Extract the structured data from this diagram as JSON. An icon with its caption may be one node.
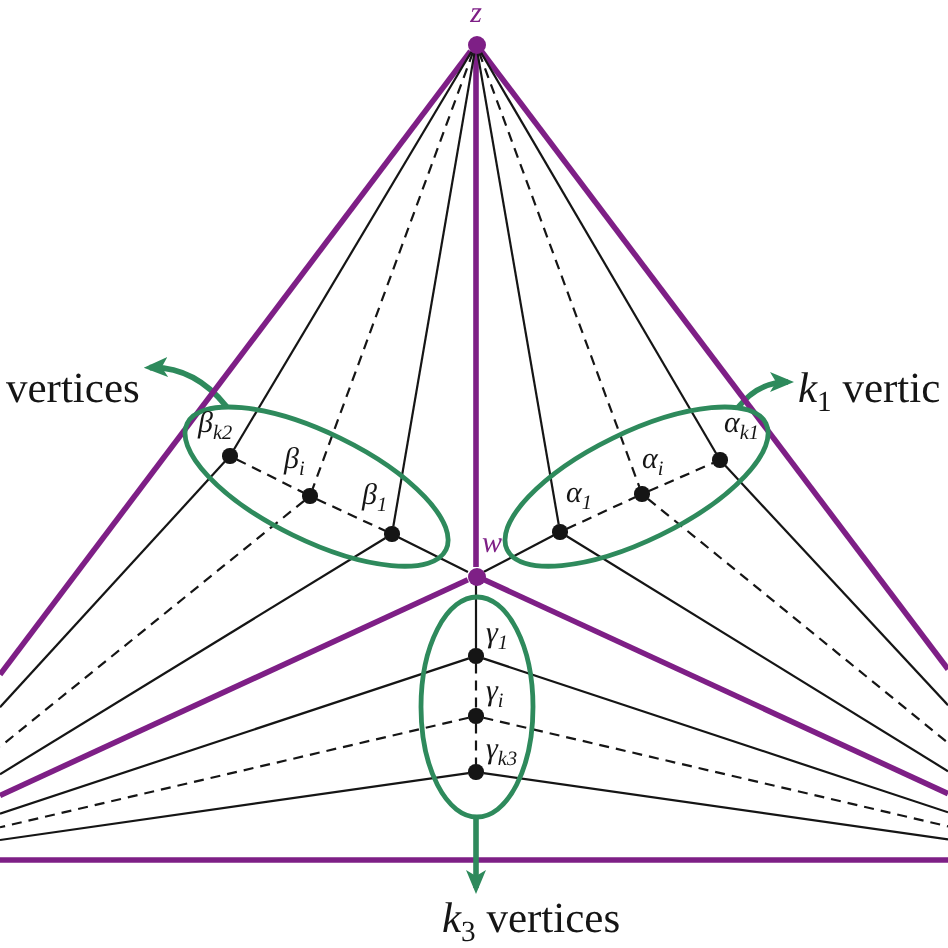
{
  "diagram": {
    "nodes": [
      {
        "text": [],
        "shape": "circle",
        "beside": [
          "z"
        ]
      },
      {
        "text": [
          "vertices"
        ]
      },
      {
        "text": [
          "*k*$_{1}$ vertic"
        ]
      },
      {
        "text": [],
        "shape": "ellipse"
      },
      {
        "text": [],
        "shape": "circle",
        "in": 3,
        "beside": [
          "β$_{k2}$"
        ]
      },
      {
        "text": [],
        "shape": "circle",
        "in": 3,
        "beside": [
          "β$_{i}$"
        ]
      },
      {
        "text": [],
        "shape": "circle",
        "in": 3,
        "beside": [
          "β$_{1}$"
        ]
      },
      {
        "text": [],
        "shape": "ellipse"
      },
      {
        "text": [],
        "shape": "circle",
        "in": 7,
        "beside": [
          "α$_{1}$"
        ]
      },
      {
        "text": [],
        "shape": "circle",
        "in": 7,
        "beside": [
          "α$_{i}$"
        ]
      },
      {
        "text": [],
        "shape": "circle",
        "in": 7,
        "beside": [
          "α$_{k1}$"
        ]
      },
      {
        "text": [],
        "shape": "circle",
        "beside": [
          "w"
        ]
      },
      {
        "text": [],
        "shape": "ellipse"
      },
      {
        "text": [],
        "shape": "circle",
        "in": 12,
        "beside": [
          "γ$_{1}$"
        ]
      },
      {
        "text": [],
        "shape": "circle",
        "in": 12,
        "beside": [
          "γ$_{i}$"
        ]
      },
      {
        "text": [],
        "shape": "circle",
        "in": 12,
        "beside": [
          "γ$_{k3}$"
        ]
      },
      {
        "text": [
          "*k*$_{3}$ vertices"
        ]
      }
    ],
    "edges": [
      {
        "from": 3,
        "to": 1,
        "arrow": "to",
        "style": "thick",
        "color": "#2e8a5c"
      },
      {
        "from": 7,
        "to": 2,
        "arrow": "to",
        "style": "thick",
        "color": "#2e8a5c"
      },
      {
        "from": 12,
        "to": 16,
        "arrow": "to",
        "style": "thick",
        "color": "#2e8a5c"
      },
      {
        "from": 0,
        "to": null,
        "arrow": "none",
        "style": "thick",
        "color": "#7e1f86"
      },
      {
        "from": 0,
        "to": null,
        "arrow": "none",
        "style": "thick",
        "color": "#7e1f86"
      },
      {
        "from": 0,
        "to": 11,
        "arrow": "none",
        "style": "thick",
        "color": "#7e1f86"
      },
      {
        "from": 11,
        "to": null,
        "arrow": "none",
        "style": "thick",
        "color": "#7e1f86"
      },
      {
        "from": 11,
        "to": null,
        "arrow": "none",
        "style": "thick",
        "color": "#7e1f86"
      },
      {
        "from": 0,
        "to": 4,
        "arrow": "none"
      },
      {
        "from": 0,
        "to": 5,
        "arrow": "none",
        "style": "dashed"
      },
      {
        "from": 0,
        "to": 6,
        "arrow": "none"
      },
      {
        "from": 0,
        "to": 8,
        "arrow": "none"
      },
      {
        "from": 0,
        "to": 9,
        "arrow": "none",
        "style": "dashed"
      },
      {
        "from": 0,
        "to": 10,
        "arrow": "none"
      },
      {
        "from": 4,
        "to": 5,
        "arrow": "none",
        "style": "dashed"
      },
      {
        "from": 5,
        "to": 6,
        "arrow": "none",
        "style": "dashed"
      },
      {
        "from": 6,
        "to": 11,
        "arrow": "none"
      },
      {
        "from": 4,
        "to": null,
        "arrow": "none"
      },
      {
        "from": 5,
        "to": null,
        "arrow": "none",
        "style": "dashed"
      },
      {
        "from": 6,
        "to": null,
        "arrow": "none"
      },
      {
        "from": 11,
        "to": 8,
        "arrow": "none"
      },
      {
        "from": 8,
        "to": 9,
        "arrow": "none",
        "style": "dashed"
      },
      {
        "from": 9,
        "to": 10,
        "arrow": "none",
        "style": "dashed"
      },
      {
        "from": 8,
        "to": null,
        "arrow": "none"
      },
      {
        "from": 9,
        "to": null,
        "arrow": "none",
        "style": "dashed"
      },
      {
        "from": 10,
        "to": null,
        "arrow": "none"
      },
      {
        "from": 11,
        "to": 13,
        "arrow": "none"
      },
      {
        "from": 13,
        "to": 14,
        "arrow": "none",
        "style": "dashed"
      },
      {
        "from": 14,
        "to": 15,
        "arrow": "none",
        "style": "dashed"
      },
      {
        "from": 13,
        "to": null,
        "arrow": "none"
      },
      {
        "from": 13,
        "to": null,
        "arrow": "none"
      },
      {
        "from": 14,
        "to": null,
        "arrow": "none",
        "style": "dashed"
      },
      {
        "from": 14,
        "to": null,
        "arrow": "none",
        "style": "dashed"
      },
      {
        "from": 15,
        "to": null,
        "arrow": "none"
      },
      {
        "from": 15,
        "to": null,
        "arrow": "none"
      }
    ]
  }
}
